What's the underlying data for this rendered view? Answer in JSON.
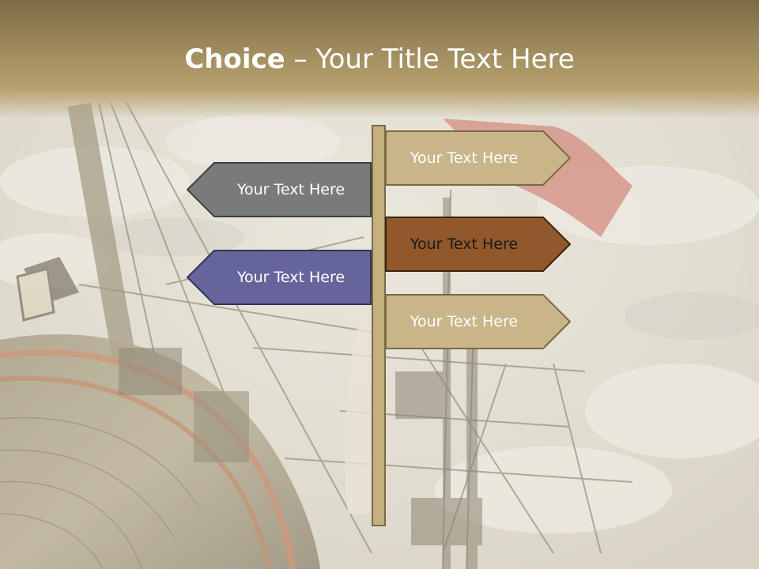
{
  "slide": {
    "title_bold": "Choice",
    "title_rest": " – Your Title Text Here"
  },
  "signs": {
    "left": [
      {
        "label": "Your Text Here",
        "color": "#7a7a7a",
        "text_color": "#ffffff"
      },
      {
        "label": "Your Text Here",
        "color": "#66659b",
        "text_color": "#ffffff"
      }
    ],
    "right": [
      {
        "label": "Your Text Here",
        "color": "#c8b68a",
        "text_color": "#ffffff"
      },
      {
        "label": "Your Text Here",
        "color": "#91582b",
        "text_color": "#1a1a1a"
      },
      {
        "label": "Your Text Here",
        "color": "#c8b68a",
        "text_color": "#ffffff"
      }
    ]
  },
  "colors": {
    "post": "#c4b07d",
    "post_outline": "#7a6a45",
    "title_band": "#a18d5f",
    "sky": "#dcd7cd"
  }
}
